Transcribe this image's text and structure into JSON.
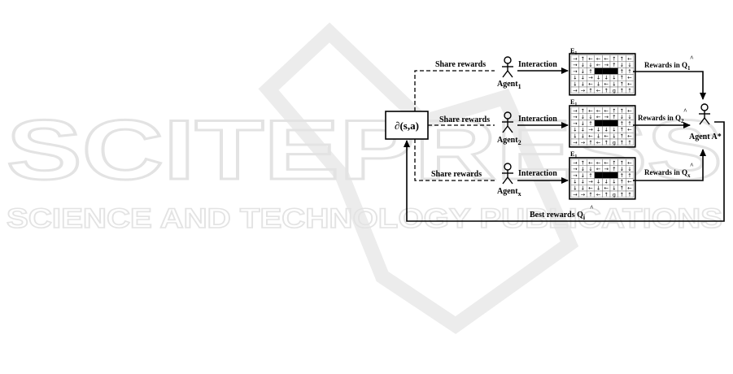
{
  "watermark": {
    "logo": "SCITEPRESS",
    "tagline": "SCIENCE AND TECHNOLOGY PUBLICATIONS"
  },
  "diagram": {
    "source_label": "∂(s,a)",
    "share_rewards_label": "Share rewards",
    "interaction_label": "Interaction",
    "agents": [
      {
        "name": "Agent",
        "sub": "1"
      },
      {
        "name": "Agent",
        "sub": "2"
      },
      {
        "name": "Agent",
        "sub": "x"
      }
    ],
    "env_label": "E",
    "env_sub": "1",
    "rewards": [
      {
        "prefix": "Rewards in ",
        "q": "Q",
        "sub": "1"
      },
      {
        "prefix": "Rewards in ",
        "q": "Q",
        "sub": "2"
      },
      {
        "prefix": "Rewards in ",
        "q": "Q",
        "sub": "x"
      }
    ],
    "best_agent": "Agent A*",
    "best_rewards": {
      "prefix": "Best rewards ",
      "q": "Q",
      "sub": "i"
    },
    "grid": {
      "rows": [
        [
          "→",
          "↑",
          "←",
          "←",
          "←",
          "↑",
          "↑",
          "←"
        ],
        [
          "→",
          "↓",
          "↓",
          "←",
          "→",
          "↑",
          "↓",
          "↓"
        ],
        [
          "→",
          "↓",
          "↑",
          "#",
          "#",
          "#",
          "↑",
          "↑"
        ],
        [
          "↓",
          "↓",
          "→",
          "↓",
          "↓",
          "↓",
          "↑",
          "←"
        ],
        [
          "↓",
          "↓",
          "←",
          "↓",
          "←",
          "↓",
          "↑",
          "←"
        ],
        [
          "→",
          "→",
          "↑",
          "←",
          "↑",
          "g",
          "↑",
          "↑"
        ]
      ]
    }
  }
}
